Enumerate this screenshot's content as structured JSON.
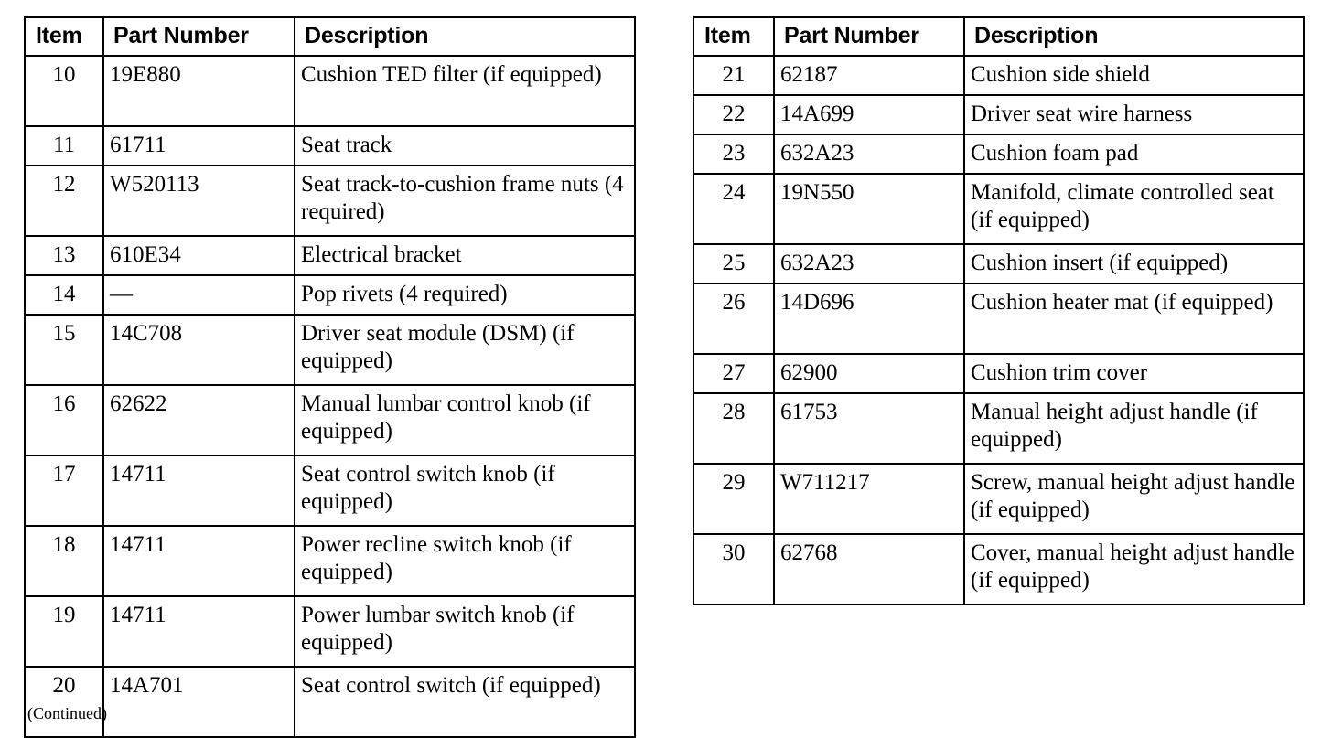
{
  "document": {
    "footer_note": "(Continued)"
  },
  "tables": [
    {
      "id": "left-table",
      "headers": {
        "item": "Item",
        "part_number": "Part Number",
        "description": "Description"
      },
      "rows": [
        {
          "item": "10",
          "part_number": "19E880",
          "description": "Cushion TED filter (if equipped)"
        },
        {
          "item": "11",
          "part_number": "61711",
          "description": "Seat track"
        },
        {
          "item": "12",
          "part_number": "W520113",
          "description": "Seat track-to-cushion frame nuts (4 required)"
        },
        {
          "item": "13",
          "part_number": "610E34",
          "description": "Electrical bracket"
        },
        {
          "item": "14",
          "part_number": "—",
          "description": "Pop rivets (4 required)"
        },
        {
          "item": "15",
          "part_number": "14C708",
          "description": "Driver seat module (DSM) (if equipped)"
        },
        {
          "item": "16",
          "part_number": "62622",
          "description": "Manual lumbar control knob (if equipped)"
        },
        {
          "item": "17",
          "part_number": "14711",
          "description": "Seat control switch knob (if equipped)"
        },
        {
          "item": "18",
          "part_number": "14711",
          "description": "Power recline switch knob (if equipped)"
        },
        {
          "item": "19",
          "part_number": "14711",
          "description": "Power lumbar switch knob (if equipped)"
        },
        {
          "item": "20",
          "part_number": "14A701",
          "description": "Seat control switch (if equipped)"
        }
      ]
    },
    {
      "id": "right-table",
      "headers": {
        "item": "Item",
        "part_number": "Part Number",
        "description": "Description"
      },
      "rows": [
        {
          "item": "21",
          "part_number": "62187",
          "description": "Cushion side shield"
        },
        {
          "item": "22",
          "part_number": "14A699",
          "description": "Driver seat wire harness"
        },
        {
          "item": "23",
          "part_number": "632A23",
          "description": "Cushion foam pad"
        },
        {
          "item": "24",
          "part_number": "19N550",
          "description": "Manifold, climate controlled seat (if equipped)"
        },
        {
          "item": "25",
          "part_number": "632A23",
          "description": "Cushion insert (if equipped)"
        },
        {
          "item": "26",
          "part_number": "14D696",
          "description": "Cushion heater mat (if equipped)"
        },
        {
          "item": "27",
          "part_number": "62900",
          "description": "Cushion trim cover"
        },
        {
          "item": "28",
          "part_number": "61753",
          "description": "Manual height adjust handle (if equipped)"
        },
        {
          "item": "29",
          "part_number": "W711217",
          "description": "Screw, manual height adjust handle (if equipped)"
        },
        {
          "item": "30",
          "part_number": "62768",
          "description": "Cover, manual height adjust handle (if equipped)"
        }
      ]
    }
  ]
}
